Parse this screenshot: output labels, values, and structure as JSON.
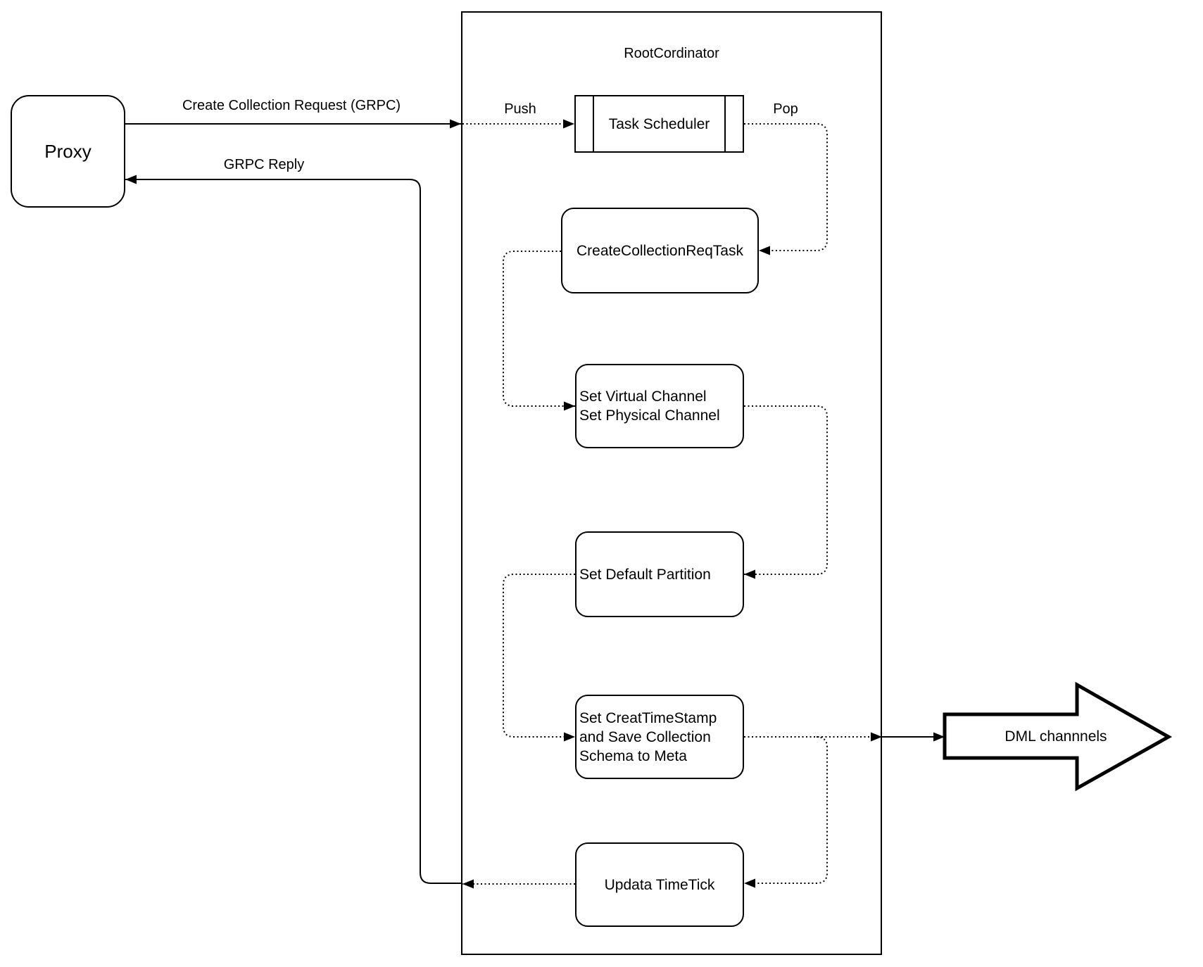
{
  "title": "RootCordinator",
  "proxy": "Proxy",
  "nodes": {
    "task_scheduler": "Task Scheduler",
    "create_collection_req_task": "CreateCollectionReqTask",
    "set_channels": "Set Virtual Channel\nSet Physical Channel",
    "set_default_partition": "Set Default Partition",
    "set_creat_timestamp": "Set CreatTimeStamp\nand Save Collection\nSchema to Meta",
    "updata_timetick": "Updata TimeTick"
  },
  "edges": {
    "create_collection_request": "Create Collection Request (GRPC)",
    "grpc_reply": "GRPC Reply",
    "push": "Push",
    "pop": "Pop"
  },
  "dml_channels": "DML channnels",
  "colors": {
    "stroke": "#000000",
    "background": "#ffffff"
  }
}
